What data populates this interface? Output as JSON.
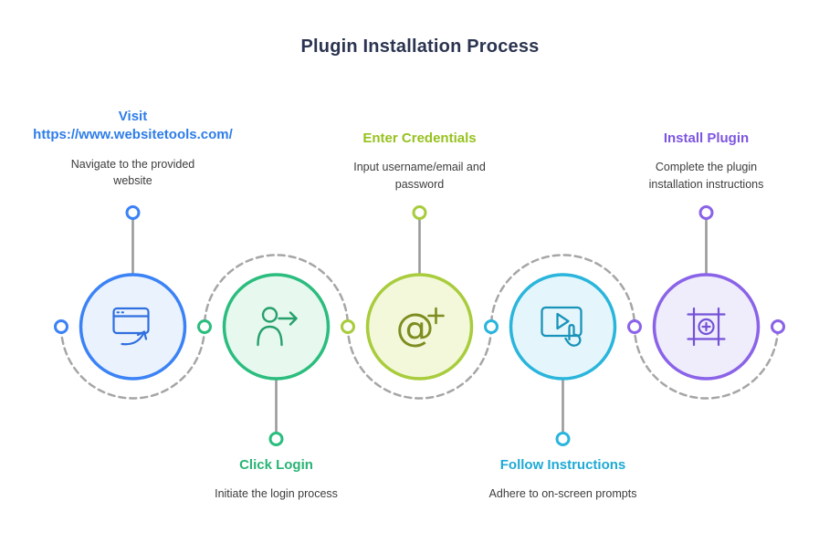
{
  "title": "Plugin Installation Process",
  "background_color": "#ffffff",
  "connector": {
    "dash_color": "#a6a6a6",
    "stem_color": "#9a9a9a"
  },
  "icons": {
    "at_glyph": "@"
  },
  "steps": [
    {
      "title_line1": "Visit",
      "title_line2": "https://www.websitetools.com/",
      "subtitle": "Navigate to the provided website",
      "accent_color": "#2e7de9",
      "circle_border_color": "#3b82f6",
      "circle_fill_color": "#eaf2fd",
      "icon": "browser-window-arrow-icon",
      "label_position": "top"
    },
    {
      "title": "Click Login",
      "subtitle": "Initiate the login process",
      "accent_color": "#29b474",
      "circle_border_color": "#2bbd7e",
      "circle_fill_color": "#e7f8ef",
      "icon": "user-login-arrow-icon",
      "label_position": "bottom"
    },
    {
      "title": "Enter Credentials",
      "subtitle": "Input username/email and password",
      "accent_color": "#96c21e",
      "circle_border_color": "#a8cc3c",
      "circle_fill_color": "#f2f8d9",
      "icon": "at-sign-plus-icon",
      "label_position": "top"
    },
    {
      "title": "Follow Instructions",
      "subtitle": "Adhere to on-screen prompts",
      "accent_color": "#1fa9d6",
      "circle_border_color": "#2ab5dc",
      "circle_fill_color": "#e4f6fb",
      "icon": "video-tutorial-tap-icon",
      "label_position": "bottom"
    },
    {
      "title": "Install Plugin",
      "subtitle": "Complete the plugin installation instructions",
      "accent_color": "#7d55e0",
      "circle_border_color": "#8a63e8",
      "circle_fill_color": "#efecfb",
      "icon": "install-plugin-frame-icon",
      "label_position": "top"
    }
  ]
}
